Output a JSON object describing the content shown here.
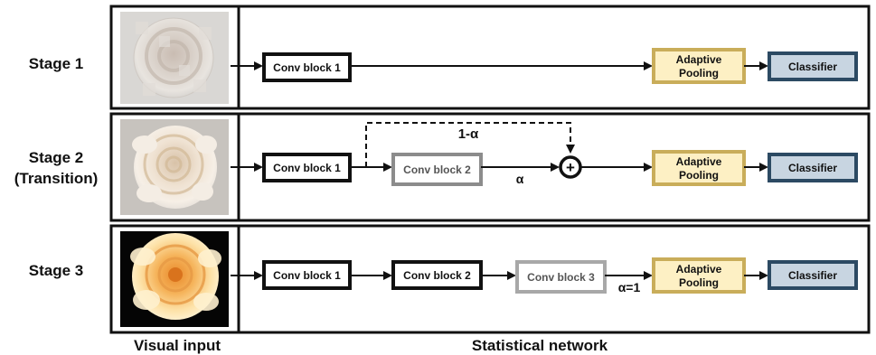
{
  "stages": [
    {
      "label_lines": [
        "Stage 1"
      ]
    },
    {
      "label_lines": [
        "Stage 2",
        "(Transition)"
      ]
    },
    {
      "label_lines": [
        "Stage 3"
      ]
    }
  ],
  "blocks": {
    "conv1": "Conv block 1",
    "conv2": "Conv block 2",
    "conv3": "Conv block 3",
    "pooling_lines": [
      "Adaptive",
      "Pooling"
    ],
    "classifier": "Classifier"
  },
  "labels": {
    "one_minus_alpha": "1-α",
    "alpha": "α",
    "alpha_eq_1": "α=1",
    "plus": "+"
  },
  "footer": {
    "visual_input": "Visual input",
    "statistical_network": "Statistical network"
  },
  "colors": {
    "black": "#111111",
    "gray_block": "#8c8c8c",
    "light_gray_block": "#a8a8a8",
    "pool_border": "#c9ad5a",
    "pool_fill": "#fdf0c4",
    "classifier_border": "#2c4a63",
    "classifier_fill": "#c8d5e1"
  }
}
